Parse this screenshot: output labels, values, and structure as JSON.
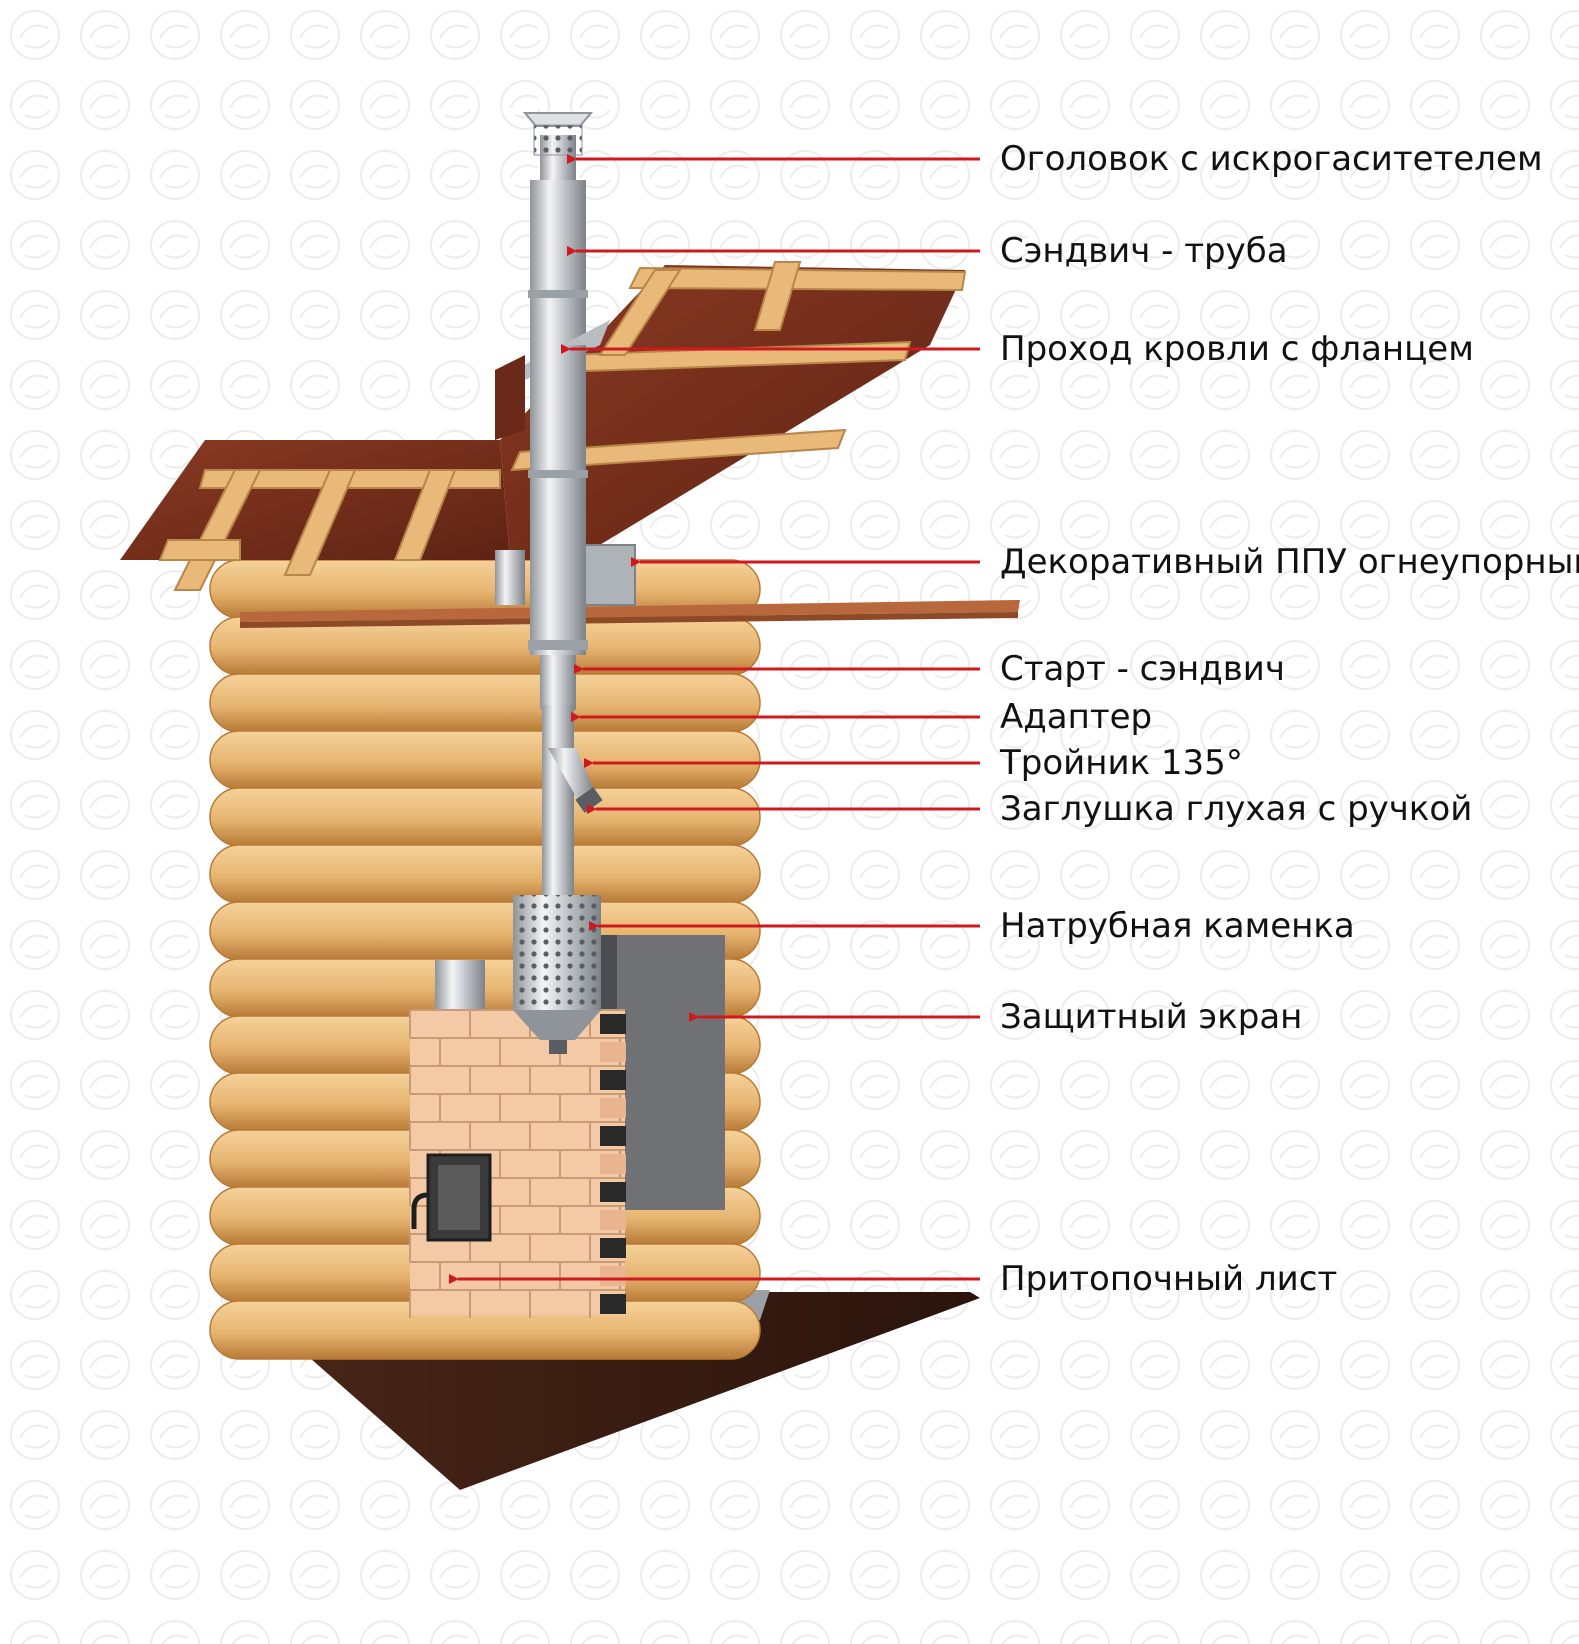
{
  "colors": {
    "arrow": "#d0191f",
    "log_light": "#f2c98a",
    "log_dark": "#c98f45",
    "roof": "#7a2e1c",
    "beam": "#e8b978",
    "metal": "#c9cdd2",
    "brick": "#f3c9a6",
    "floor": "#3b1e12",
    "screen": "#6f7174"
  },
  "icons": {
    "watermark": "circle-swirl-icon",
    "arrowhead": "arrowhead-icon"
  },
  "callouts": [
    {
      "label": "Оголовок с искрогаситетелем"
    },
    {
      "label": "Сэндвич - труба"
    },
    {
      "label": "Проход кровли с фланцем"
    },
    {
      "label": "Декоративный ППУ огнеупорный"
    },
    {
      "label": "Старт - сэндвич"
    },
    {
      "label": "Адаптер"
    },
    {
      "label": "Тройник 135°"
    },
    {
      "label": "Заглушка глухая с ручкой"
    },
    {
      "label": "Натрубная каменка"
    },
    {
      "label": "Защитный экран"
    },
    {
      "label": "Притопочный лист"
    }
  ]
}
